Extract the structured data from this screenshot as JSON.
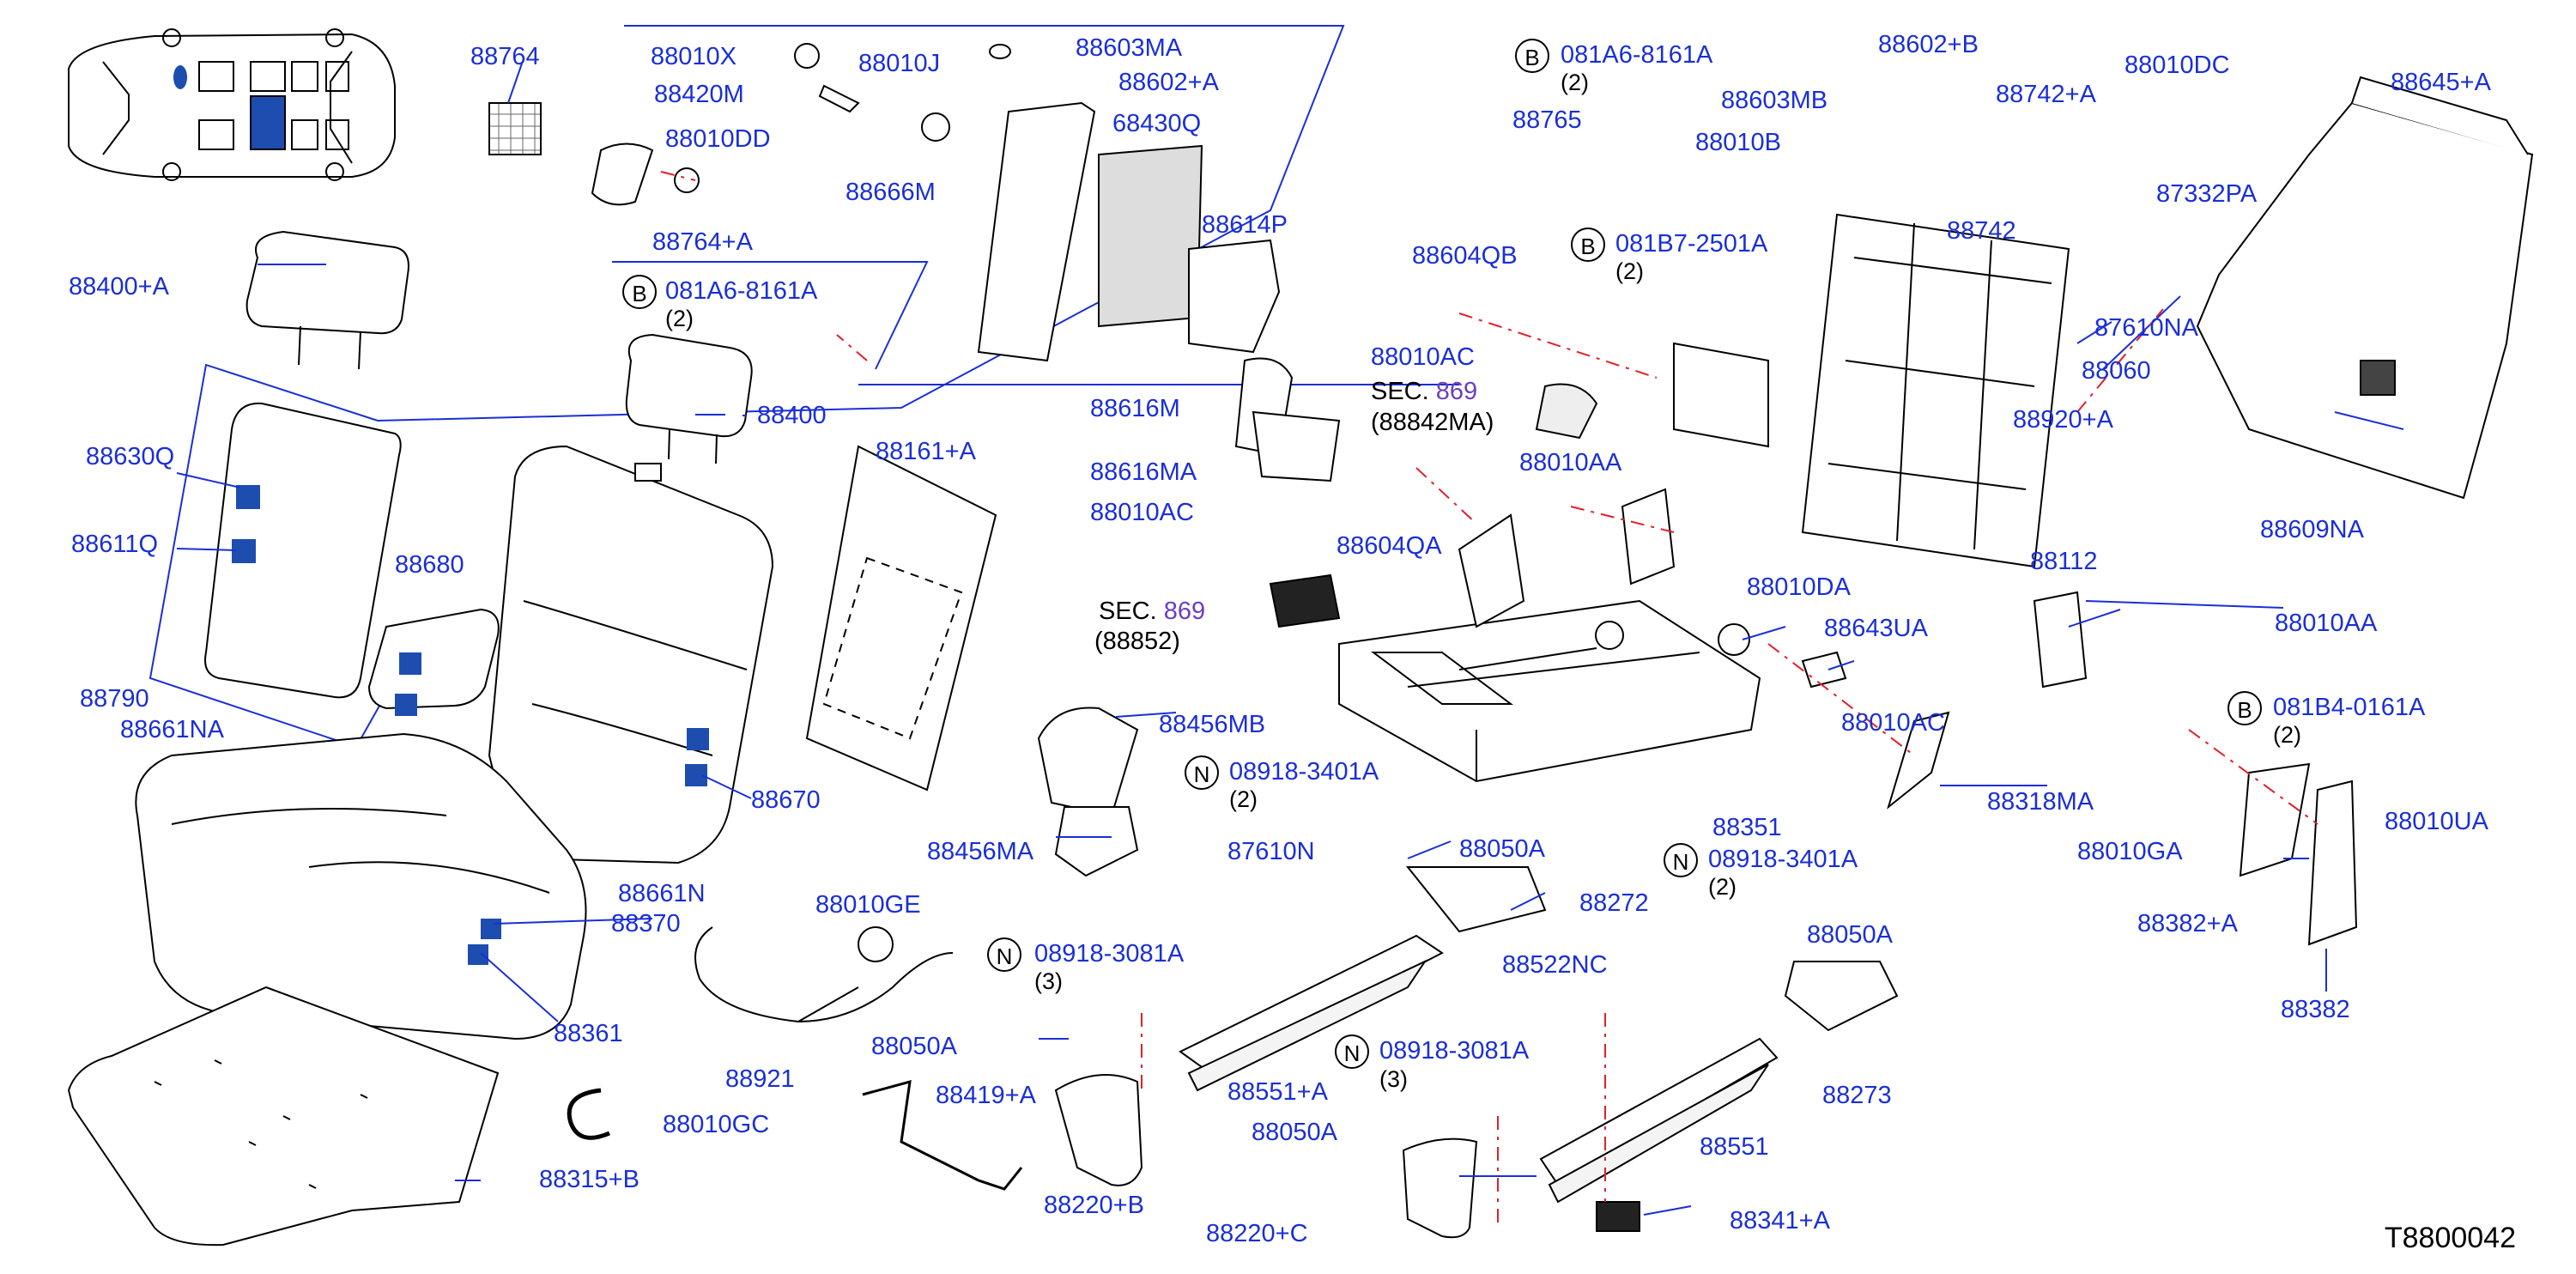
{
  "diagram_id": "T8800042",
  "colors": {
    "label": "#1a2fd6",
    "callout_line": "#1a2fd6",
    "dashed_guide": "#e0202a",
    "sec_number": "#6a3fc0",
    "seat_marker": "#1e4db0"
  },
  "symbols": {
    "bolt": "B",
    "nut": "N"
  },
  "sections": [
    {
      "prefix": "SEC.",
      "number": "869",
      "ref": "(88842MA)"
    },
    {
      "prefix": "SEC.",
      "number": "869",
      "ref": "(88852)"
    }
  ],
  "callouts": {
    "c88764": "88764",
    "c88010X": "88010X",
    "c88010J": "88010J",
    "c88603MA": "88603MA",
    "c88602A": "88602+A",
    "c88420M": "88420M",
    "c88010DD": "88010DD",
    "c68430Q": "68430Q",
    "c88666M": "88666M",
    "c88764A": "88764+A",
    "c88614P": "88614P",
    "c88400A": "88400+A",
    "c081A6a": "081A6-8161A",
    "c88400": "88400",
    "c88630Q": "88630Q",
    "c88611Q": "88611Q",
    "c88161A": "88161+A",
    "c88680": "88680",
    "c88790": "88790",
    "c88661NA": "88661NA",
    "c88670": "88670",
    "c88661N": "88661N",
    "c88370": "88370",
    "c88361": "88361",
    "c88010GE": "88010GE",
    "c0891830A1": "08918-3081A",
    "c88921": "88921",
    "c88050A1": "88050A",
    "c88010GC": "88010GC",
    "c88315B": "88315+B",
    "c88419A": "88419+A",
    "c88220B": "88220+B",
    "c88456MB": "88456MB",
    "c88456MA": "88456MA",
    "c08918341": "08918-3401A",
    "c87610N": "87610N",
    "c88050A2": "88050A",
    "c88551A": "88551+A",
    "c88272": "88272",
    "c88522NC": "88522NC",
    "c0891830A2": "08918-3081A",
    "c88050A3": "88050A",
    "c88220C": "88220+C",
    "c88551": "88551",
    "c88341A": "88341+A",
    "c08918342": "08918-3401A",
    "c88050A4": "88050A",
    "c88273": "88273",
    "c081A6b": "081A6-8161A",
    "c88765": "88765",
    "c88604QB": "88604QB",
    "c081B7": "081B7-2501A",
    "c88010AC1": "88010AC",
    "c88616M": "88616M",
    "c88616MA": "88616MA",
    "c88010AA1": "88010AA",
    "c88010AC2": "88010AC",
    "c88604QA": "88604QA",
    "c88010DA": "88010DA",
    "c88643UA": "88643UA",
    "c88010AC3": "88010AC",
    "c88351": "88351",
    "c88318MA": "88318MA",
    "c88603MB": "88603MB",
    "c88602B": "88602+B",
    "c88010B": "88010B",
    "c88742A": "88742+A",
    "c88742": "88742",
    "c88010DC": "88010DC",
    "c88645A": "88645+A",
    "c87332PA": "87332PA",
    "c87610NA": "87610NA",
    "c88060": "88060",
    "c88920A": "88920+A",
    "c88609NA": "88609NA",
    "c88112": "88112",
    "c88010AA2": "88010AA",
    "c081B4": "081B4-0161A",
    "c88010GA": "88010GA",
    "c88010UA": "88010UA",
    "c88382A": "88382+A",
    "c88382": "88382"
  },
  "quantities": {
    "q2": "(2)",
    "q3": "(3)"
  }
}
